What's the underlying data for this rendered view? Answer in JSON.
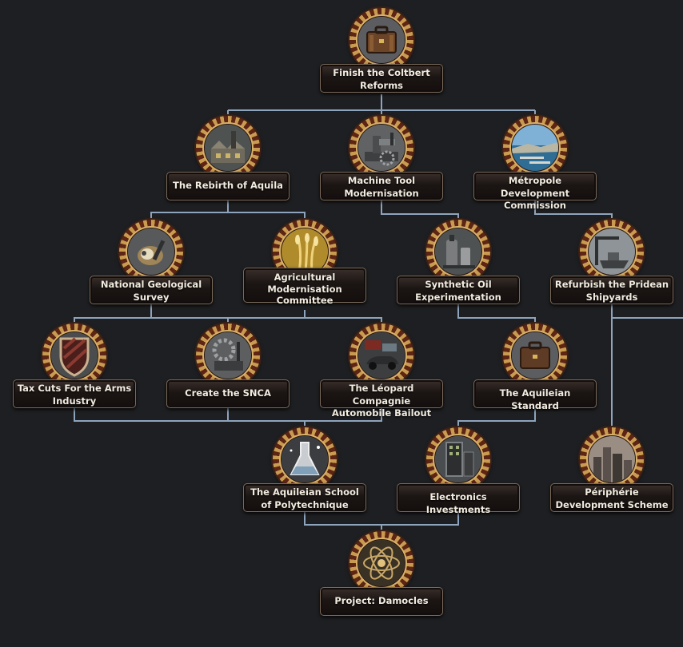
{
  "screen": "Focus tree",
  "colors": {
    "background": "#1e1f22",
    "connector": "#8ea4bc",
    "plate_text": "#f2ece0",
    "medal_gold": "#c89b50",
    "medal_red": "#5e2515"
  },
  "focuses": {
    "f1": {
      "label": "Finish the Coltbert Reforms",
      "icon": "briefcase-icon"
    },
    "f2": {
      "label": "The Rebirth of Aquila",
      "icon": "factory-icon"
    },
    "f3": {
      "label": "Machine Tool Modernisation",
      "icon": "machine-tool-icon"
    },
    "f4": {
      "label": "Métropole Development Commission",
      "icon": "harbor-icon"
    },
    "f5": {
      "label": "National Geological Survey",
      "icon": "drill-icon"
    },
    "f6": {
      "label": "Agricultural Modernisation Committee",
      "icon": "wheat-icon"
    },
    "f7": {
      "label": "Synthetic Oil Experimentation",
      "icon": "oil-refinery-icon"
    },
    "f8": {
      "label": "Refurbish the Pridean Shipyards",
      "icon": "shipyard-icon"
    },
    "f9": {
      "label": "Tax Cuts For the Arms Industry",
      "icon": "shield-icon"
    },
    "f10": {
      "label": "Create the SNCA",
      "icon": "gear-factory-icon"
    },
    "f11": {
      "label": "The Léopard Compagnie Automobile Bailout",
      "icon": "automobile-icon"
    },
    "f12": {
      "label": "The Aquileian Standard",
      "icon": "briefcase-icon"
    },
    "f13": {
      "label": "The Aquileian School of Polytechnique",
      "icon": "flask-icon"
    },
    "f14": {
      "label": "Electronics Investments",
      "icon": "electronics-icon"
    },
    "f15": {
      "label": "Périphérie Development Scheme",
      "icon": "city-icon"
    },
    "f16": {
      "label": "Project: Damocles",
      "icon": "atom-icon"
    }
  }
}
